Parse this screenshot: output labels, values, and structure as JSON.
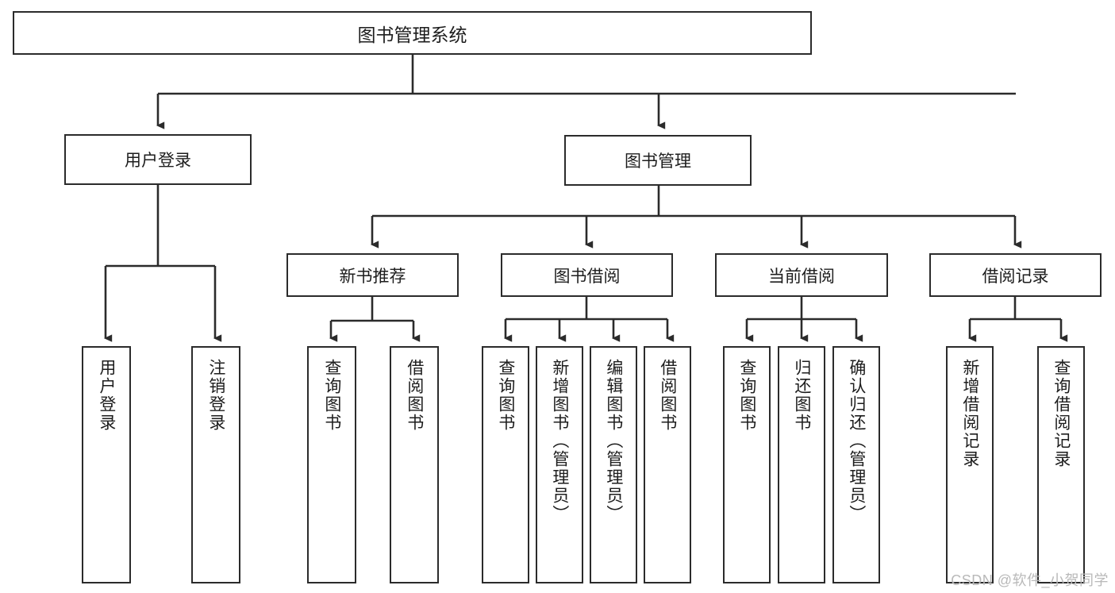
{
  "diagram": {
    "title": "图书管理系统",
    "watermark": "CSDN @软件_小贺同学",
    "root": {
      "id": "root",
      "label": "图书管理系统"
    },
    "level2": [
      {
        "id": "user-login",
        "label": "用户登录"
      },
      {
        "id": "book-manage",
        "label": "图书管理"
      }
    ],
    "level3": [
      {
        "id": "new-book-rec",
        "label": "新书推荐"
      },
      {
        "id": "book-borrow",
        "label": "图书借阅"
      },
      {
        "id": "current-borrow",
        "label": "当前借阅"
      },
      {
        "id": "borrow-record",
        "label": "借阅记录"
      }
    ],
    "leaves": {
      "user_login": [
        {
          "id": "leaf-user-login",
          "label": "用户登录"
        },
        {
          "id": "leaf-logout-login",
          "label": "注销登录"
        }
      ],
      "new_book_rec": [
        {
          "id": "leaf-query-book-1",
          "label": "查询图书"
        },
        {
          "id": "leaf-borrow-book-1",
          "label": "借阅图书"
        }
      ],
      "book_borrow": [
        {
          "id": "leaf-query-book-2",
          "label": "查询图书"
        },
        {
          "id": "leaf-add-book",
          "label": "新增图书（管理员）"
        },
        {
          "id": "leaf-edit-book",
          "label": "编辑图书（管理员）"
        },
        {
          "id": "leaf-borrow-book-2",
          "label": "借阅图书"
        }
      ],
      "current_borrow": [
        {
          "id": "leaf-query-book-3",
          "label": "查询图书"
        },
        {
          "id": "leaf-return-book",
          "label": "归还图书"
        },
        {
          "id": "leaf-confirm-return",
          "label": "确认归还（管理员）"
        }
      ],
      "borrow_record": [
        {
          "id": "leaf-add-record",
          "label": "新增借阅记录"
        },
        {
          "id": "leaf-query-record",
          "label": "查询借阅记录"
        }
      ]
    },
    "colors": {
      "border": "#2b2b2b",
      "background": "#ffffff",
      "text": "#1d1d1d",
      "watermark": "#b9b9b9"
    }
  }
}
